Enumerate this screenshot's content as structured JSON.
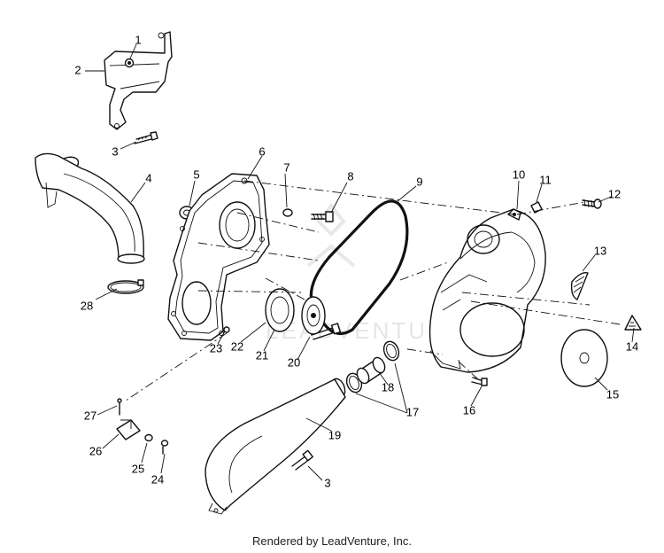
{
  "callouts": [
    "1",
    "2",
    "3",
    "4",
    "5",
    "6",
    "7",
    "8",
    "9",
    "10",
    "11",
    "12",
    "13",
    "14",
    "15",
    "16",
    "17",
    "18",
    "19",
    "20",
    "21",
    "22",
    "23",
    "24",
    "25",
    "26",
    "27",
    "28",
    "3"
  ],
  "watermark": "LEADVENTURE",
  "footer": "Rendered by LeadVenture, Inc."
}
